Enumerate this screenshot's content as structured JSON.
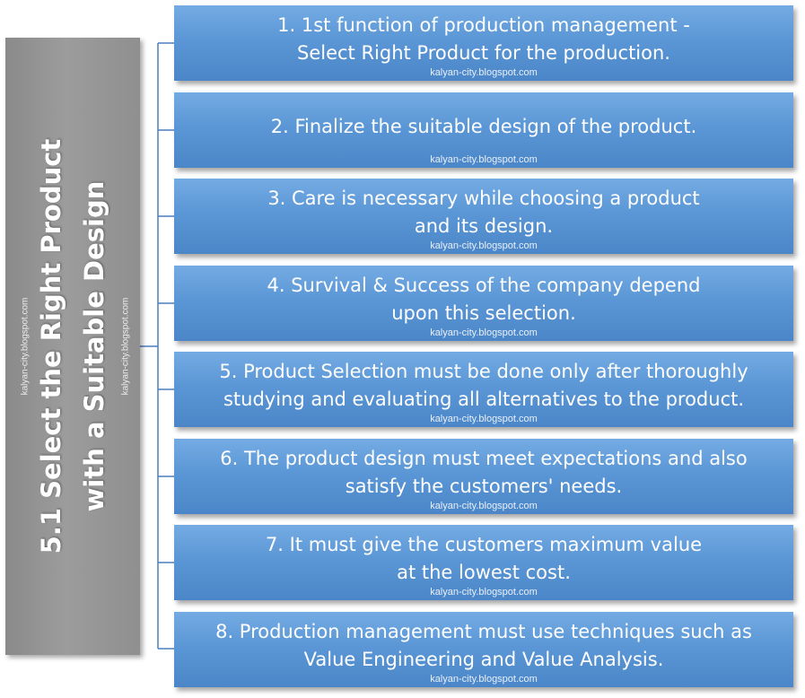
{
  "title": {
    "line1": "5.1 Select the Right Product",
    "line2": "with a Suitable Design"
  },
  "watermark": "kalyan-city.blogspot.com",
  "colors": {
    "box": "#5b97d6",
    "panel": "#939393",
    "connector": "#4a7fbf",
    "text": "#ffffff"
  },
  "items": [
    {
      "text": "1. 1st function of production management -\nSelect Right Product for the production."
    },
    {
      "text": "2. Finalize the suitable design of the product."
    },
    {
      "text": "3. Care is necessary while choosing a product\nand its design."
    },
    {
      "text": "4. Survival & Success of the company depend\nupon this selection."
    },
    {
      "text": "5. Product Selection must be done only after thoroughly\nstudying and evaluating all alternatives to the product."
    },
    {
      "text": "6. The product design must meet expectations and also\nsatisfy the customers' needs."
    },
    {
      "text": "7. It must give the customers maximum value\nat the lowest cost."
    },
    {
      "text": "8. Production management must use techniques such as\nValue Engineering and Value Analysis."
    }
  ]
}
